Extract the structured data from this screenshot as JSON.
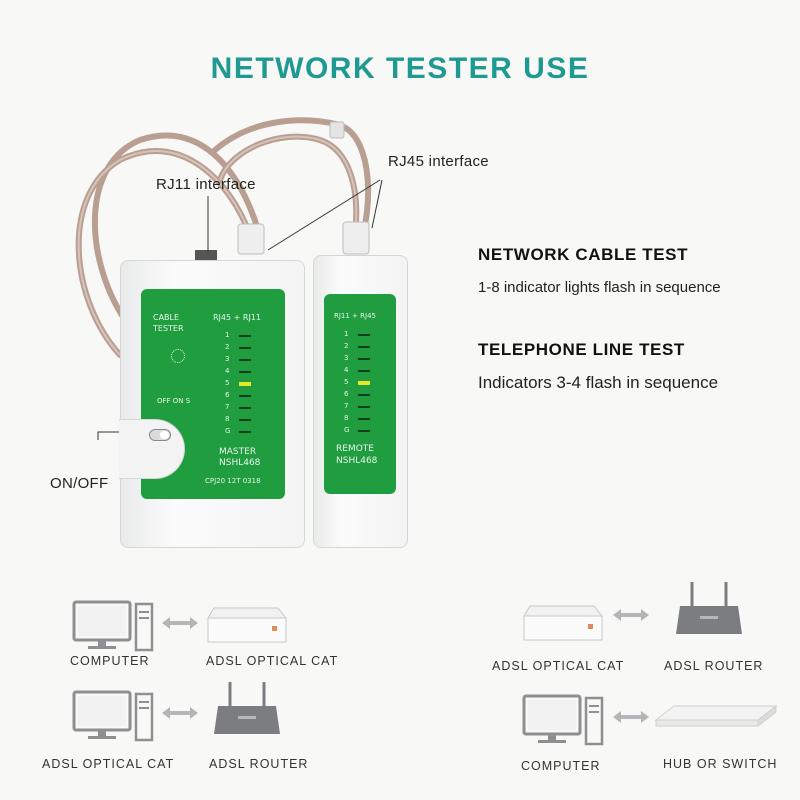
{
  "title": "NETWORK TESTER USE",
  "callouts": {
    "rj11": "RJ11 interface",
    "rj45": "RJ45 interface",
    "onoff": "ON/OFF"
  },
  "sections": [
    {
      "heading": "NETWORK CABLE TEST",
      "text": "1-8 indicator lights flash in sequence"
    },
    {
      "heading": "TELEPHONE LINE TEST",
      "text": "Indicators 3-4 flash in sequence"
    }
  ],
  "master_unit": {
    "label_line1": "CABLE",
    "label_line2": "TESTER",
    "port_label": "RJ45 + RJ11",
    "switch_label": "OFF ON  S",
    "led_numbers": [
      "1",
      "2",
      "3",
      "4",
      "5",
      "6",
      "7",
      "8",
      "G"
    ],
    "lit_led": "5",
    "name": "MASTER",
    "model": "NSHL468",
    "footer": "CPJ20 12T 0318"
  },
  "remote_unit": {
    "port_label": "RJ11 + RJ45",
    "led_numbers": [
      "1",
      "2",
      "3",
      "4",
      "5",
      "6",
      "7",
      "8",
      "G"
    ],
    "lit_led": "5",
    "name": "REMOTE",
    "model": "NSHL468"
  },
  "diagrams": {
    "left_top": {
      "a": "COMPUTER",
      "b": "ADSL OPTICAL CAT"
    },
    "left_bottom": {
      "a": "ADSL OPTICAL CAT",
      "b": "ADSL ROUTER"
    },
    "right_top": {
      "a": "ADSL OPTICAL CAT",
      "b": "ADSL ROUTER"
    },
    "right_bottom": {
      "a": "COMPUTER",
      "b": "HUB OR SWITCH"
    }
  },
  "colors": {
    "title": "#1f9a93",
    "panel": "#1f9d3f",
    "lit_led": "#e8e82a",
    "icon_gray": "#8d8f91"
  }
}
